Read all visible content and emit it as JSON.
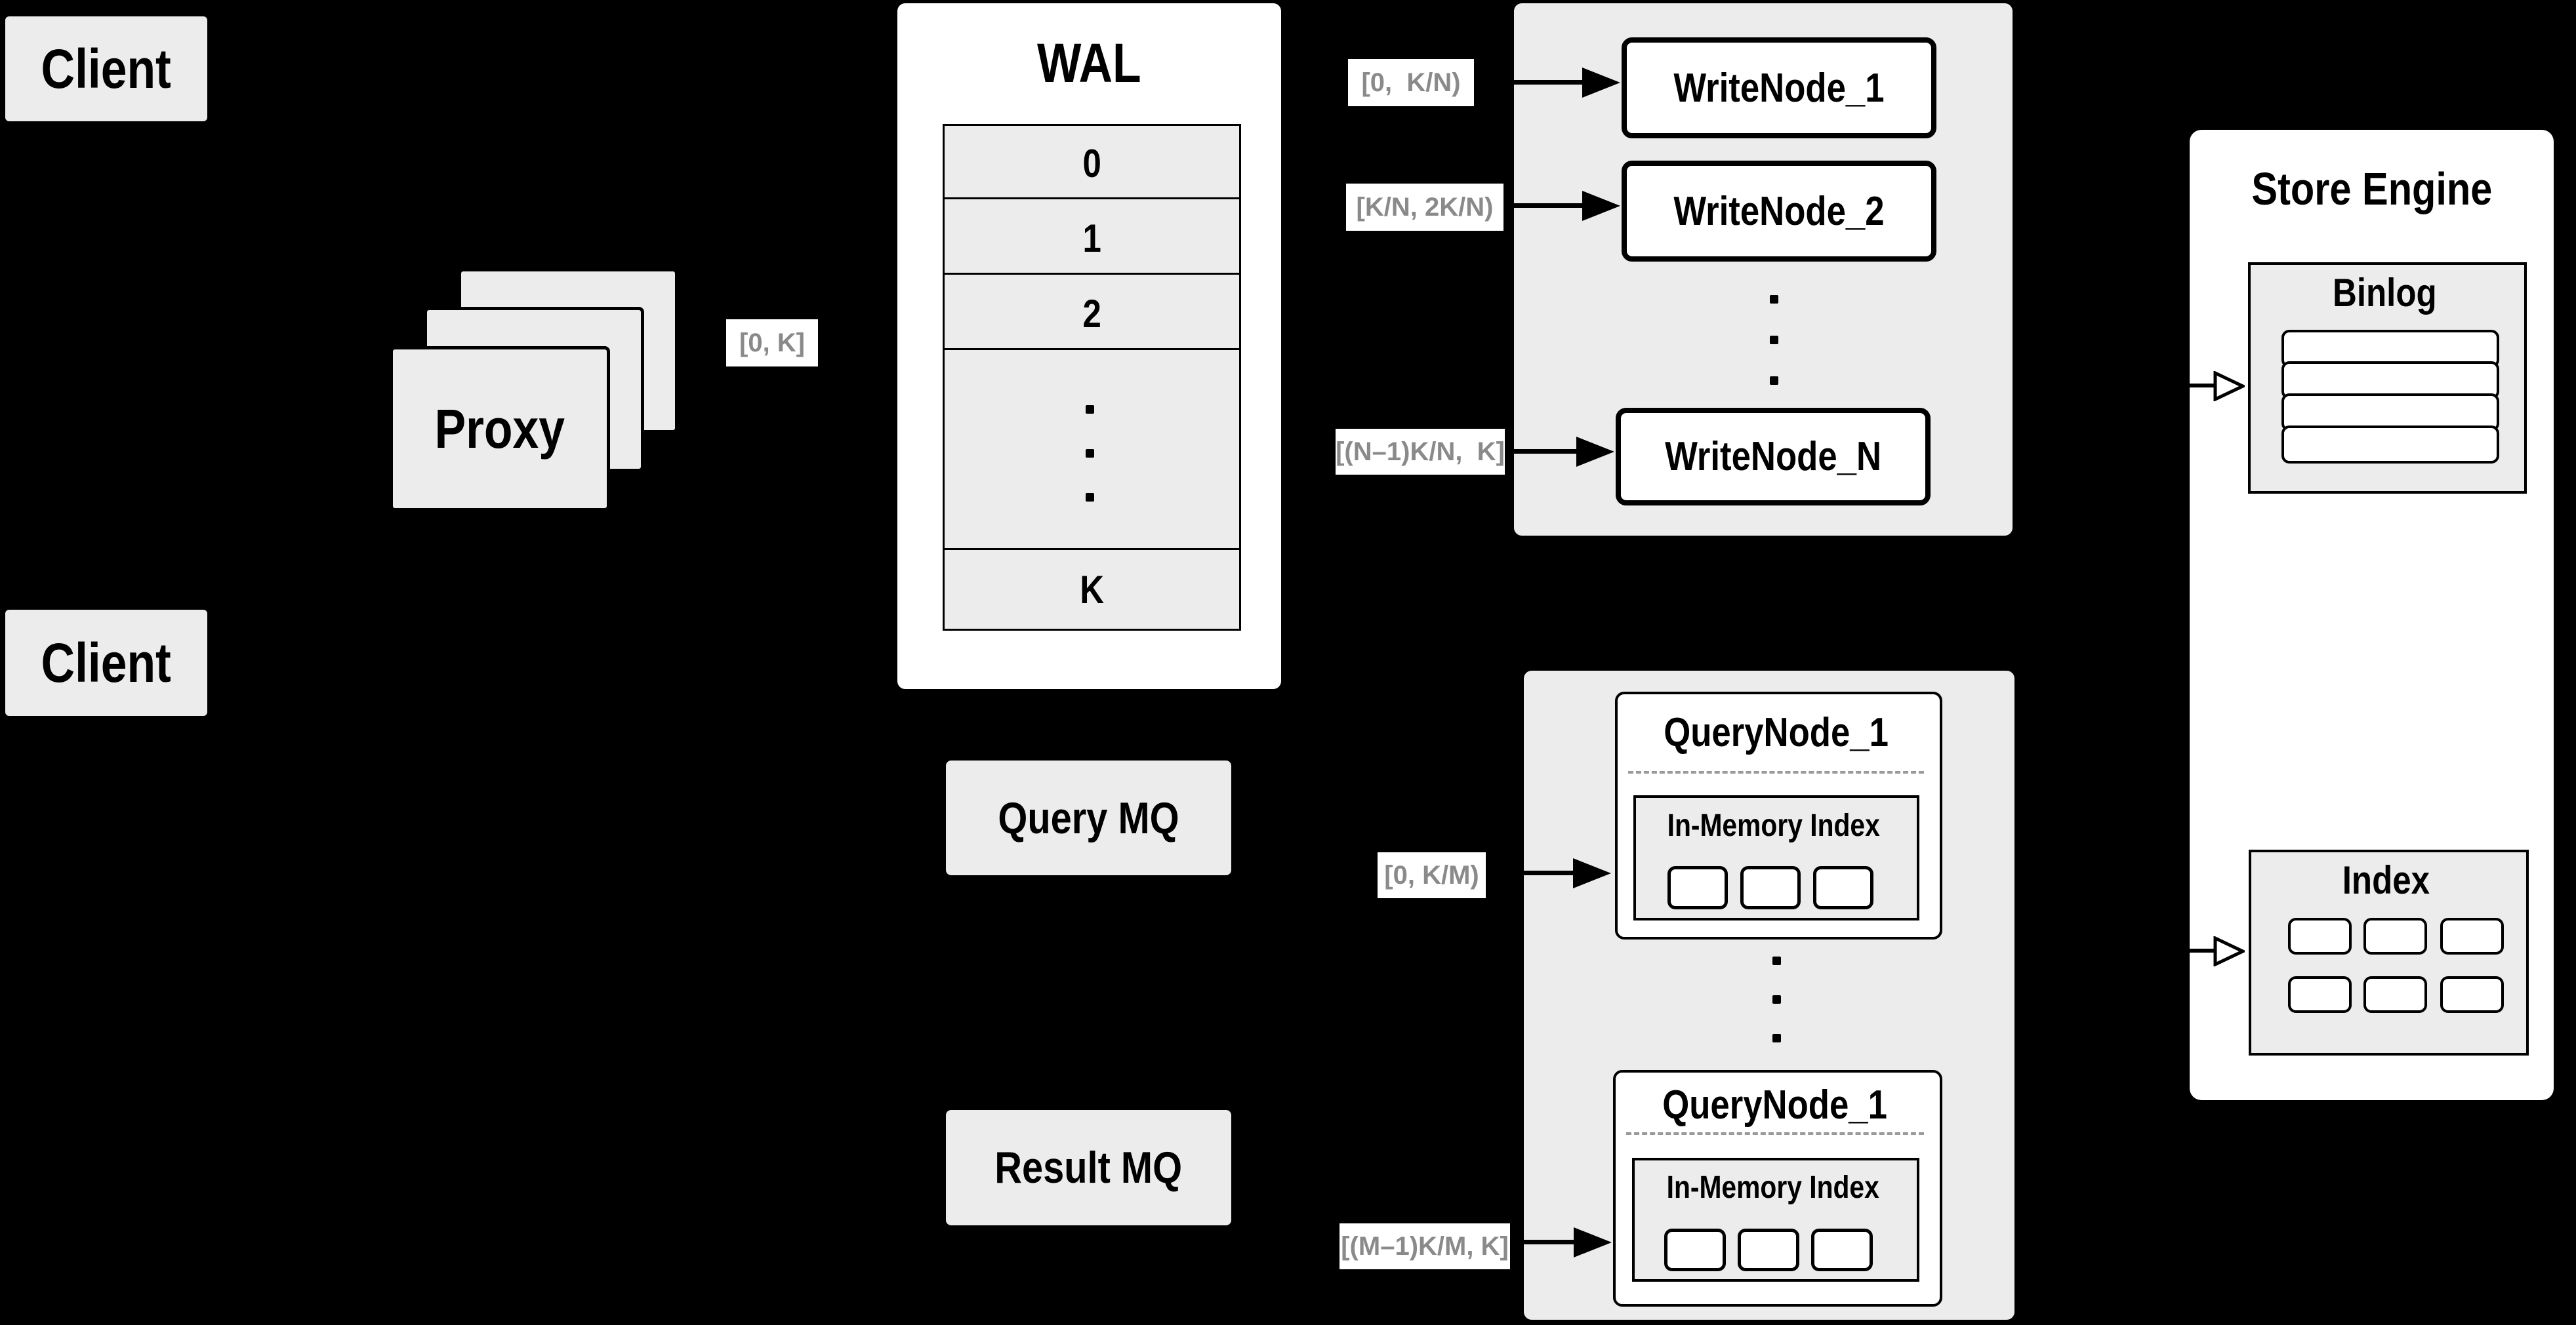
{
  "clients": {
    "top_label": "Client",
    "bottom_label": "Client"
  },
  "proxy": {
    "label": "Proxy"
  },
  "wal": {
    "title": "WAL",
    "segments": [
      "0",
      "1",
      "2",
      "K"
    ]
  },
  "flow_labels": {
    "proxy_to_wal": "[0, K]",
    "to_write_node_1": "[0,  K/N)",
    "to_write_node_2": "[K/N, 2K/N)",
    "to_write_node_n": "[(N–1)K/N,  K]",
    "to_query_node_1": "[0, K/M)",
    "to_query_node_m": "[(M–1)K/M, K]"
  },
  "write_nodes": {
    "node_1": "WriteNode_1",
    "node_2": "WriteNode_2",
    "node_n": "WriteNode_N"
  },
  "message_queues": {
    "query_mq": "Query MQ",
    "result_mq": "Result MQ"
  },
  "query_nodes": {
    "top": {
      "title": "QueryNode_1",
      "in_memory_label": "In-Memory Index"
    },
    "bottom": {
      "title": "QueryNode_1",
      "in_memory_label": "In-Memory Index"
    }
  },
  "store_engine": {
    "title": "Store Engine",
    "binlog_title": "Binlog",
    "index_title": "Index"
  }
}
